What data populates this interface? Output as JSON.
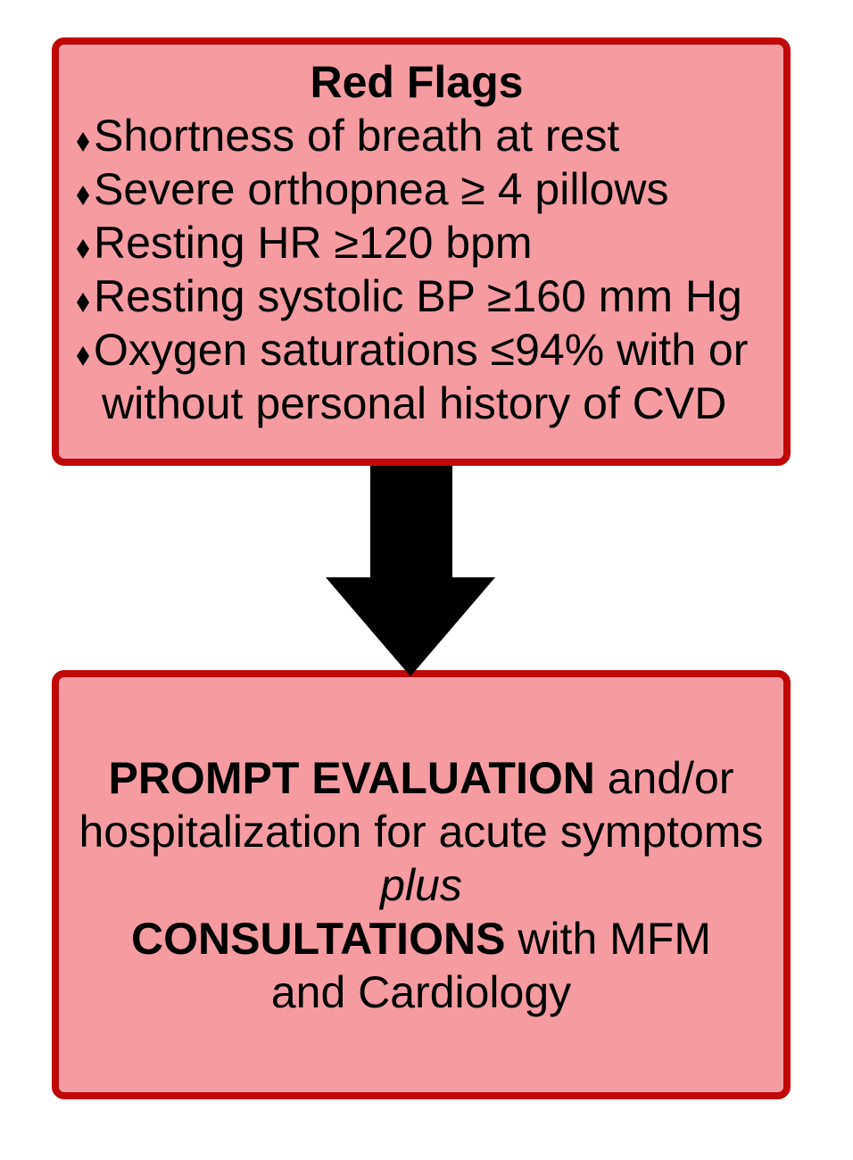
{
  "colors": {
    "box_border": "#C00808",
    "box_fill": "#F49CA2",
    "arrow": "#000000",
    "text": "#000000",
    "background": "#FFFFFF"
  },
  "icons": {
    "bullet": "diamond-bullet",
    "connector": "down-arrow"
  },
  "red_flags_box": {
    "title": "Red Flags",
    "bullets": [
      "Shortness of breath at rest",
      "Severe orthopnea ≥ 4 pillows",
      "Resting HR ≥120 bpm",
      "Resting systolic BP ≥160 mm Hg",
      "Oxygen saturations ≤94% with or without personal history of CVD"
    ]
  },
  "action_box": {
    "lines": [
      {
        "segments": [
          {
            "text": "PROMPT EVALUATION",
            "style": "bold"
          },
          {
            "text": " and/or",
            "style": "regular"
          }
        ]
      },
      {
        "segments": [
          {
            "text": "hospitalization for acute symptoms",
            "style": "regular"
          }
        ]
      },
      {
        "segments": [
          {
            "text": "plus",
            "style": "italic"
          }
        ]
      },
      {
        "segments": [
          {
            "text": "CONSULTATIONS",
            "style": "bold"
          },
          {
            "text": " with MFM",
            "style": "regular"
          }
        ]
      },
      {
        "segments": [
          {
            "text": "and Cardiology",
            "style": "regular"
          }
        ]
      }
    ]
  }
}
